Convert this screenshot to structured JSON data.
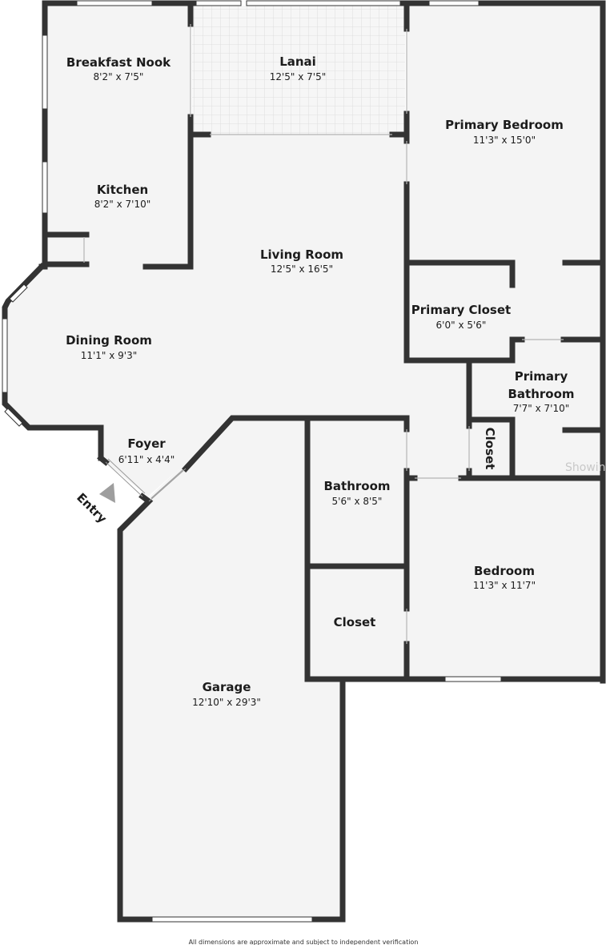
{
  "rooms": {
    "breakfast_nook": {
      "name": "Breakfast Nook",
      "dim": "8'2\" x 7'5\""
    },
    "lanai": {
      "name": "Lanai",
      "dim": "12'5\" x 7'5\""
    },
    "primary_bedroom": {
      "name": "Primary Bedroom",
      "dim": "11'3\" x 15'0\""
    },
    "kitchen": {
      "name": "Kitchen",
      "dim": "8'2\" x 7'10\""
    },
    "living_room": {
      "name": "Living Room",
      "dim": "12'5\" x 16'5\""
    },
    "primary_closet": {
      "name": "Primary Closet",
      "dim": "6'0\" x 5'6\""
    },
    "dining_room": {
      "name": "Dining Room",
      "dim": "11'1\" x 9'3\""
    },
    "primary_bathroom": {
      "name_line1": "Primary",
      "name_line2": "Bathroom",
      "dim": "7'7\" x 7'10\""
    },
    "closet_small": {
      "name": "Closet"
    },
    "foyer": {
      "name": "Foyer",
      "dim": "6'11\" x 4'4\""
    },
    "bathroom": {
      "name": "Bathroom",
      "dim": "5'6\" x 8'5\""
    },
    "bedroom": {
      "name": "Bedroom",
      "dim": "11'3\" x 11'7\""
    },
    "closet": {
      "name": "Closet"
    },
    "garage": {
      "name": "Garage",
      "dim": "12'10\" x 29'3\""
    }
  },
  "entry_label": "Entry",
  "footer_note": "All dimensions are approximate and subject to independent verification",
  "watermark": "ShowingTime",
  "colors": {
    "wall": "#333333",
    "floor": "#f4f4f4",
    "window": "#ffffff",
    "lanai_grid": "#d9d9d9",
    "entry_arrow": "#9e9e9e"
  }
}
